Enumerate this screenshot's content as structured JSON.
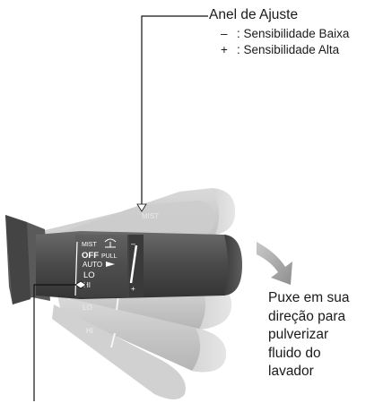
{
  "callout": {
    "title": "Anel de Ajuste",
    "items": [
      {
        "symbol": "–",
        "text": ": Sensibilidade Baixa"
      },
      {
        "symbol": "+",
        "text": ": Sensibilidade Alta"
      }
    ]
  },
  "instruction": {
    "lines": [
      "Puxe em sua",
      "direção para",
      "pulverizar",
      "fluido do",
      "lavador"
    ]
  },
  "switch_labels": {
    "mist": "MIST",
    "off": "OFF",
    "auto": "AUTO",
    "lo": "LO",
    "hi": "HI",
    "pull": "PULL",
    "minus": "–",
    "plus": "+"
  },
  "ghost_labels": {
    "mist": "MIST",
    "lo": "LO",
    "hi": "HI"
  },
  "colors": {
    "stalk_dark": "#4a4a4a",
    "ghost": "#b5b5b5",
    "arrow": "#9a9a9a",
    "lines": "#111111"
  }
}
